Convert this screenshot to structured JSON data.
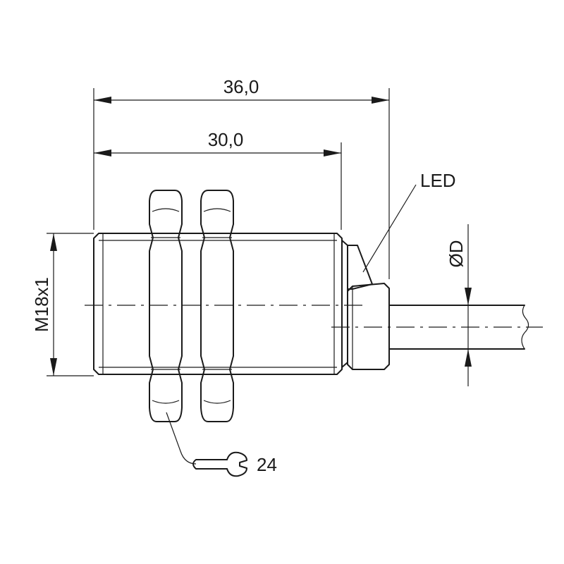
{
  "labels": {
    "dim_overall": "36,0",
    "dim_body": "30,0",
    "thread": "M18x1",
    "led": "LED",
    "cable_diameter": "ØD",
    "wrench_size": "24"
  },
  "colors": {
    "line": "#1a1a1a",
    "background": "#ffffff"
  },
  "icons": {
    "wrench": "wrench-icon",
    "diameter": "diameter-symbol"
  }
}
